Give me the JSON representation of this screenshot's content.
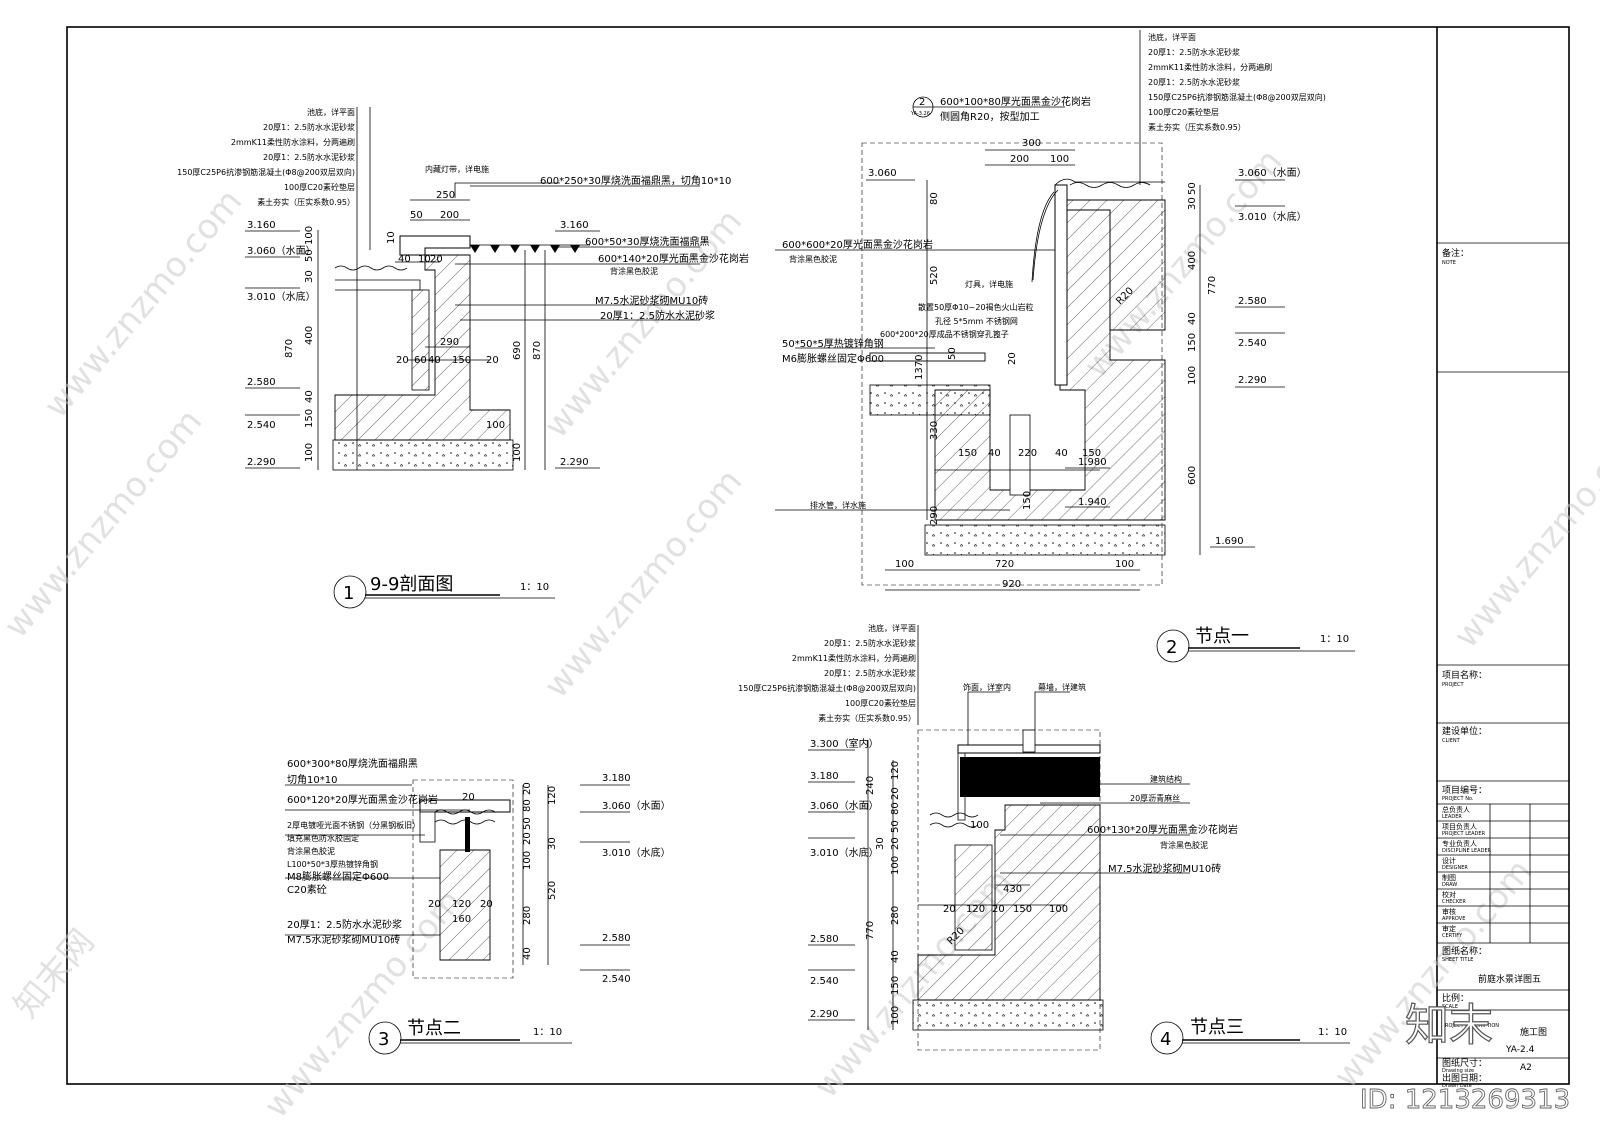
{
  "sheet": {
    "title_block": {
      "note_label": "备注：",
      "note_label_en": "NOTE",
      "project_name_label": "项目名称：",
      "project_name_label_en": "PROJECT",
      "client_label": "建设单位：",
      "client_label_en": "CLIENT",
      "project_no_label": "项目编号：",
      "project_no_label_en": "PROJECT No.",
      "rows": [
        {
          "cn": "总负责人",
          "en": "LEADER"
        },
        {
          "cn": "项目负责人",
          "en": "PROJECT LEADER"
        },
        {
          "cn": "专业负责人",
          "en": "DISCIPLINE LEADER"
        },
        {
          "cn": "设计",
          "en": "DESIGNER"
        },
        {
          "cn": "制图",
          "en": "DRAW"
        },
        {
          "cn": "校对",
          "en": "CHECKER"
        },
        {
          "cn": "审核",
          "en": "APPROVE"
        },
        {
          "cn": "审定",
          "en": "CERTIFY"
        }
      ],
      "sheet_title_label": "图纸名称：",
      "sheet_title_label_en": "SHEET TITLE",
      "sheet_title": "前庭水景详图五",
      "scale_label": "比例：",
      "scale_label_en": "SCALE",
      "description_label": "PROJECT DESCRIPTION",
      "description": "施工图",
      "drawing_no": "YA-2.4",
      "size_label": "图纸尺寸：",
      "size_label_en": "Drawing size",
      "size": "A2",
      "date_label": "出图日期：",
      "date_label_en": "Drawn Date"
    },
    "watermark": {
      "text": "www.znzmo.com",
      "brand": "知末网",
      "logo": "知末",
      "id": "ID: 1213269313"
    }
  },
  "section1": {
    "number": "1",
    "title": "9-9剖面图",
    "scale": "1：10",
    "layers": [
      "池底，详平面",
      "20厚1：2.5防水水泥砂浆",
      "2mmK11柔性防水涂料，分两遍刷",
      "20厚1：2.5防水水泥砂浆",
      "150厚C25P6抗渗钢筋混凝土(Φ8@200双层双向)",
      "100厚C20素砼垫层",
      "素土夯实（压实系数0.95）"
    ],
    "callouts": [
      "内藏灯带，详电施",
      "600*250*30厚烧洗面福鼎黑，切角10*10",
      "600*50*30厚烧洗面福鼎黑",
      "600*140*20厚光面黑金沙花岗岩",
      "背涂黑色胶泥",
      "M7.5水泥砂浆砌MU10砖",
      "20厚1：2.5防水水泥砂浆"
    ],
    "elevations": [
      "3.160",
      "3.060（水面）",
      "3.010（水底）",
      "2.580",
      "2.540",
      "2.290",
      "3.160",
      "2.290"
    ],
    "dims": [
      "250",
      "50",
      "200",
      "10",
      "40",
      "10",
      "20",
      "290",
      "20",
      "60",
      "40",
      "150",
      "20",
      "100",
      "50",
      "100",
      "30",
      "400",
      "870",
      "40",
      "150",
      "100",
      "690",
      "870",
      "100"
    ]
  },
  "section2": {
    "number": "2",
    "title": "节点一",
    "scale": "1：10",
    "ref_no": "2",
    "ref_sheet": "YA-3.26",
    "layers": [
      "池底，详平面",
      "20厚1：2.5防水水泥砂浆",
      "2mmK11柔性防水涂料，分两遍刷",
      "20厚1：2.5防水水泥砂浆",
      "150厚C25P6抗渗钢筋混凝土(Φ8@200双层双向)",
      "100厚C20素砼垫层",
      "素土夯实（压实系数0.95）"
    ],
    "callouts": [
      "600*100*80厚光面黑金沙花岗岩",
      "侧圆角R20，按型加工",
      "600*600*20厚光面黑金沙花岗岩",
      "背涂黑色胶泥",
      "灯具，详电施",
      "散置50厚Φ10~20褐色火山岩粒",
      "孔径 5*5mm 不锈钢网",
      "600*200*20厚成品不锈钢穿孔篦子",
      "50*50*5厚热镀锌角钢",
      "M6膨胀螺丝固定Φ600",
      "排水管，详水施"
    ],
    "elevations": [
      "3.060",
      "3.060（水面）",
      "3.010（水底）",
      "2.580",
      "2.540",
      "2.290",
      "1.980",
      "1.940",
      "1.690"
    ],
    "dims": [
      "300",
      "200",
      "100",
      "80",
      "520",
      "1370",
      "330",
      "290",
      "50",
      "20",
      "150",
      "40",
      "220",
      "40",
      "150",
      "150",
      "100",
      "720",
      "100",
      "920",
      "30",
      "50",
      "400",
      "770",
      "40",
      "150",
      "100",
      "600",
      "R20"
    ]
  },
  "section3": {
    "number": "3",
    "title": "节点二",
    "scale": "1：10",
    "callouts": [
      "600*300*80厚烧洗面福鼎黑",
      "切角10*10",
      "600*120*20厚光面黑金沙花岗岩",
      "2厚电镀哑光面不锈钢（分黑钢板旧）",
      "填充黑色防水胶固定",
      "背涂黑色胶泥",
      "L100*50*3厚热镀锌角钢",
      "M8膨胀螺丝固定Φ600",
      "C20素砼",
      "20厚1：2.5防水水泥砂浆",
      "M7.5水泥砂浆砌MU10砖"
    ],
    "elevations": [
      "3.180",
      "3.060（水面）",
      "3.010（水底）",
      "2.580",
      "2.540"
    ],
    "dims": [
      "20",
      "20",
      "80",
      "120",
      "50",
      "30",
      "20",
      "100",
      "520",
      "280",
      "40",
      "20",
      "120",
      "20",
      "160"
    ]
  },
  "section4": {
    "number": "4",
    "title": "节点三",
    "scale": "1：10",
    "layers": [
      "池底，详平面",
      "20厚1：2.5防水水泥砂浆",
      "2mmK11柔性防水涂料，分两遍刷",
      "20厚1：2.5防水水泥砂浆",
      "150厚C25P6抗渗钢筋混凝土(Φ8@200双层双向)",
      "100厚C20素砼垫层",
      "素土夯实（压实系数0.95）"
    ],
    "callouts": [
      "饰面，详室内",
      "幕墙，详建筑",
      "建筑结构",
      "20厚沥青麻丝",
      "600*130*20厚光面黑金沙花岗岩",
      "背涂黑色胶泥",
      "M7.5水泥砂浆砌MU10砖"
    ],
    "elevations": [
      "3.300（室内）",
      "3.180",
      "3.060（水面）",
      "3.010（水底）",
      "2.580",
      "2.540",
      "2.290"
    ],
    "dims": [
      "120",
      "240",
      "20",
      "80",
      "100",
      "50",
      "30",
      "20",
      "100",
      "280",
      "770",
      "40",
      "150",
      "100",
      "430",
      "20",
      "120",
      "20",
      "150",
      "100",
      "R20"
    ]
  }
}
